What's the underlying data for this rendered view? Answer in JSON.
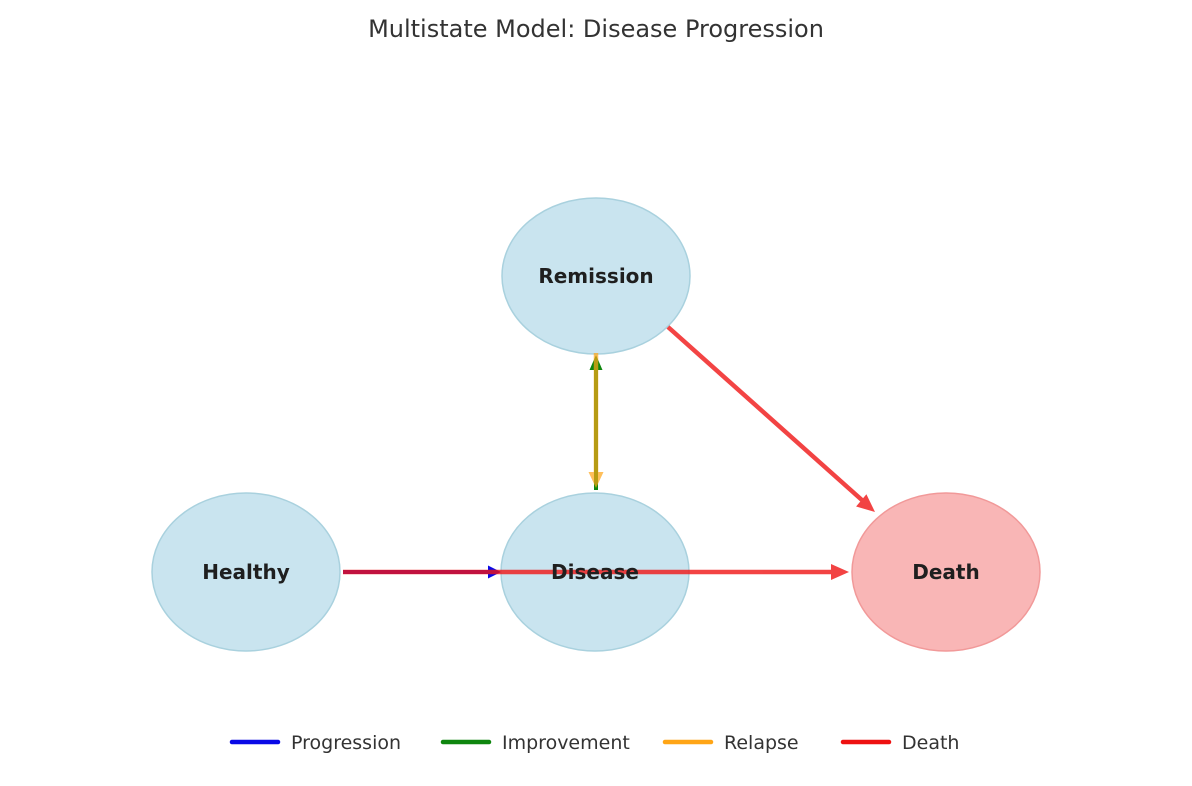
{
  "title": "Multistate Model: Disease Progression",
  "diagram": {
    "nodes": [
      {
        "id": "healthy",
        "label": "Healthy",
        "fill": "#c9e4ef",
        "stroke": "#a9d1de"
      },
      {
        "id": "disease",
        "label": "Disease",
        "fill": "#c9e4ef",
        "stroke": "#a9d1de"
      },
      {
        "id": "remission",
        "label": "Remission",
        "fill": "#c9e4ef",
        "stroke": "#a9d1de"
      },
      {
        "id": "death",
        "label": "Death",
        "fill": "#f9b6b6",
        "stroke": "#f19999"
      }
    ],
    "edges": [
      {
        "from": "Healthy",
        "to": "Disease",
        "type": "progression",
        "color": "#0909e6"
      },
      {
        "from": "Healthy",
        "to": "Death",
        "type": "death",
        "color": "#f01515"
      },
      {
        "from": "Disease",
        "to": "Remission",
        "type": "improvement",
        "color": "#0e860e"
      },
      {
        "from": "Remission",
        "to": "Disease",
        "type": "relapse",
        "color": "#ffa516"
      },
      {
        "from": "Remission",
        "to": "Death",
        "type": "death",
        "color": "#f01515"
      }
    ]
  },
  "legend": {
    "items": [
      {
        "label": "Progression",
        "color": "#0909e6"
      },
      {
        "label": "Improvement",
        "color": "#0e860e"
      },
      {
        "label": "Relapse",
        "color": "#ffa516"
      },
      {
        "label": "Death",
        "color": "#ee1111"
      }
    ]
  }
}
